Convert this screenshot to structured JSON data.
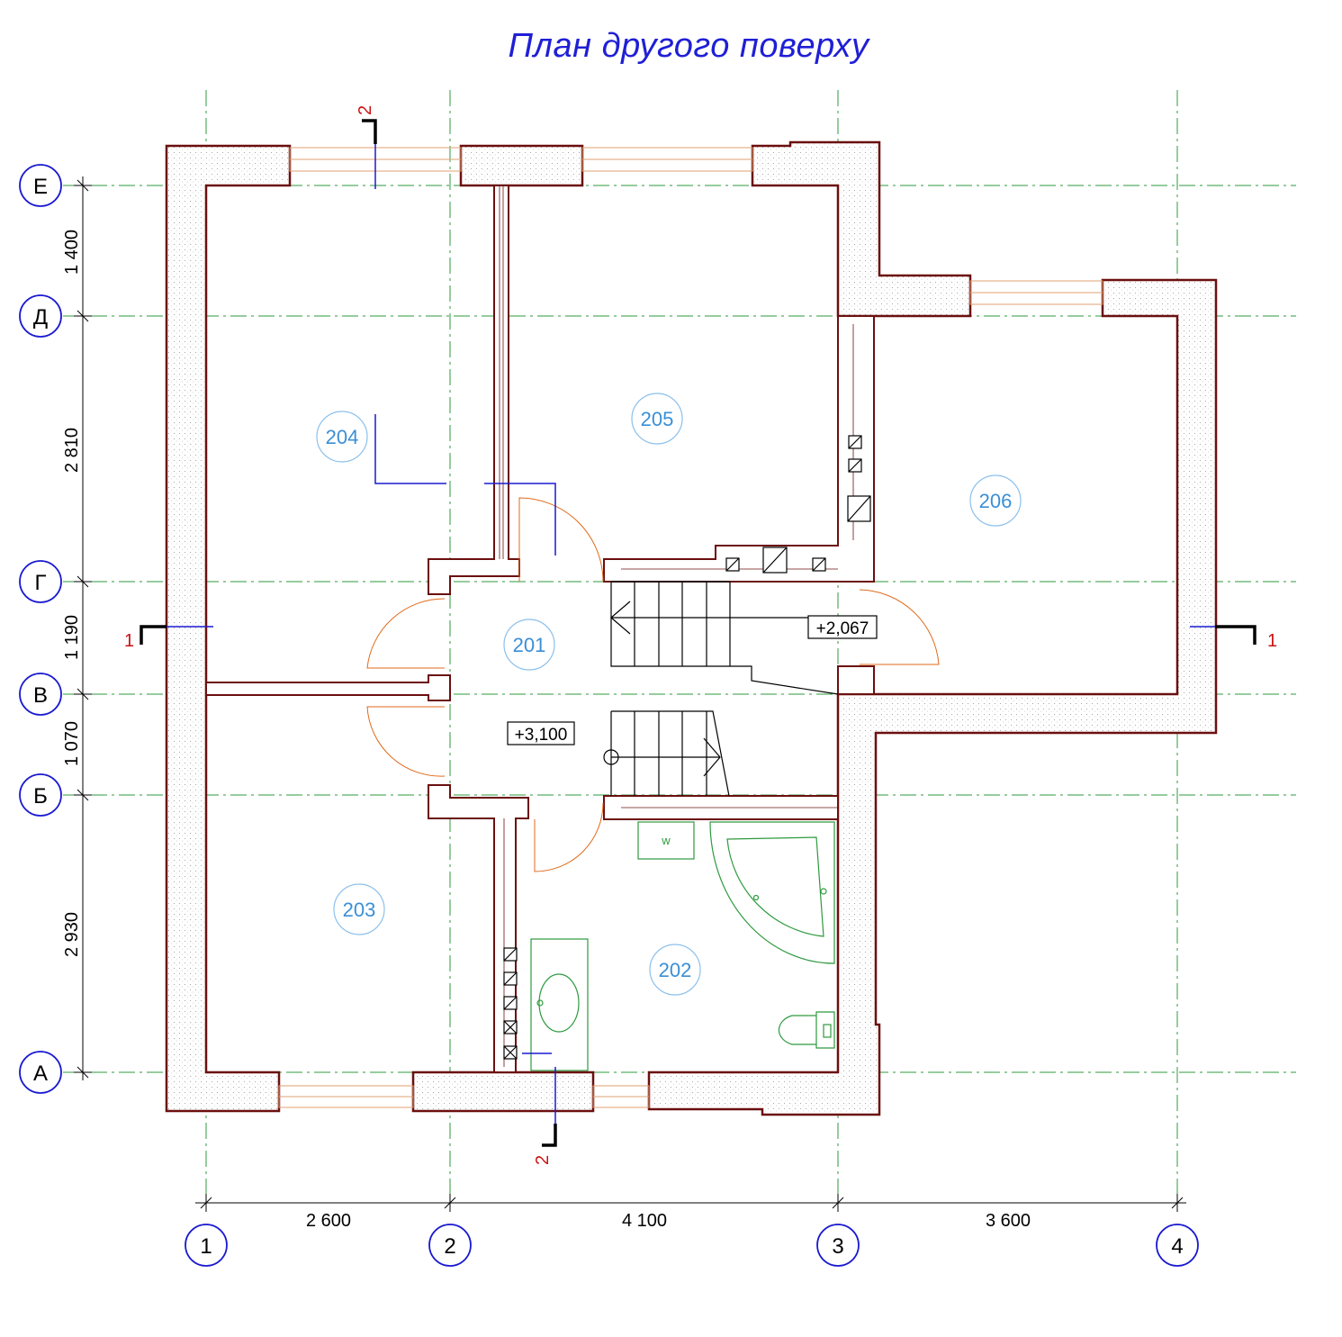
{
  "title": "План другого поверху",
  "colors": {
    "title": "#1f1fd6",
    "wall": "#6b0f0f",
    "grid": "#2e9a3e",
    "room_label": "#3a8fd6",
    "door": "#e06a1a",
    "fixture": "#2e9a3e",
    "axis_circle": "#1a1ad0",
    "section_mark": "#cc1111"
  },
  "grid": {
    "vertical_axes": [
      "1",
      "2",
      "3",
      "4"
    ],
    "horizontal_axes": [
      "Е",
      "Д",
      "Г",
      "В",
      "Б",
      "А"
    ],
    "dims_horizontal": [
      "2 600",
      "4 100",
      "3 600"
    ],
    "dims_vertical": [
      "1 400",
      "2 810",
      "1 190",
      "1 070",
      "2 930"
    ]
  },
  "rooms": [
    "201",
    "202",
    "203",
    "204",
    "205",
    "206"
  ],
  "levels": [
    "+3,100",
    "+2,067"
  ],
  "sections": {
    "s1": "1",
    "s2": "2"
  },
  "fixtures": {
    "washer": "w"
  }
}
